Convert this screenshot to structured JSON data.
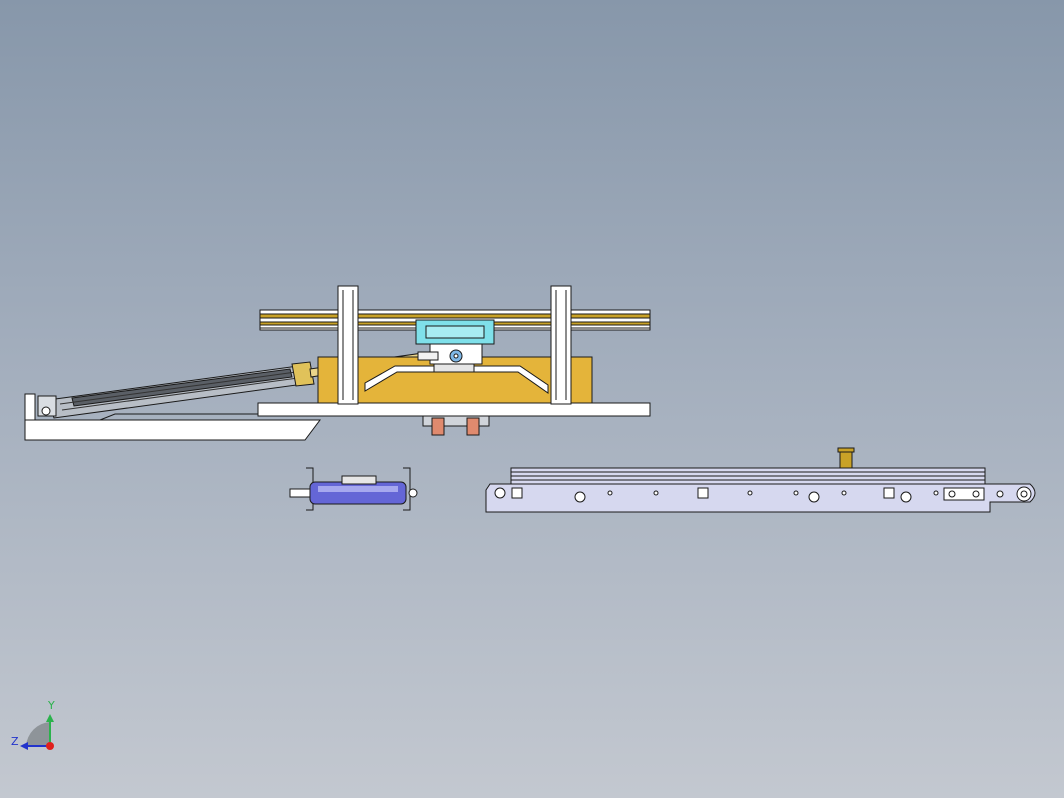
{
  "viewport": {
    "background_top": "#8797aa",
    "background_bottom": "#c3c8d0"
  },
  "model": {
    "components": [
      "frame-base-plate",
      "vertical-post-left",
      "vertical-post-right",
      "top-linear-rail",
      "carriage-block",
      "yellow-guide-plate",
      "pneumatic-cylinder",
      "piston-rod",
      "rod-end-joint",
      "bottom-clamp-blocks",
      "slanted-base",
      "roller-assembly",
      "long-rail-assembly",
      "brass-fitting"
    ],
    "colors": {
      "outline": "#1a1a1a",
      "white_part": "#ffffff",
      "yellow_plate": "#e4b43a",
      "cyan_block": "#7fe0ea",
      "cylinder_body": "#9aa0a8",
      "brass": "#c9a227",
      "roller_blue": "#6466d6",
      "rail_lavender": "#d6d8ef",
      "clamp_salmon": "#e08a6e"
    }
  },
  "triad": {
    "y_label": "Y",
    "z_label": "Z",
    "y_color": "#2bb24c",
    "z_color": "#2233cc",
    "x_color": "#e0201c"
  }
}
